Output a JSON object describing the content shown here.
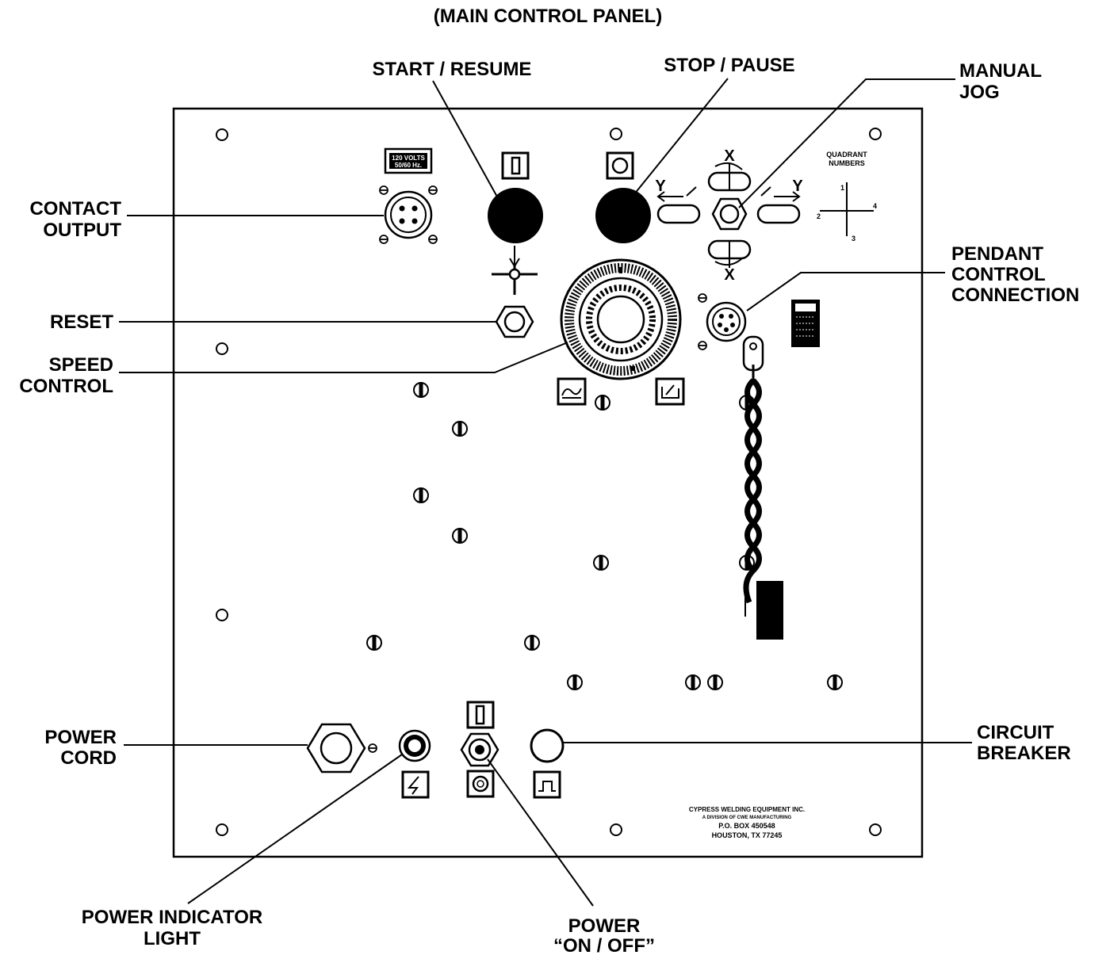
{
  "title": "(MAIN CONTROL PANEL)",
  "labels": {
    "start_resume": "START / RESUME",
    "stop_pause": "STOP / PAUSE",
    "manual_jog_1": "MANUAL",
    "manual_jog_2": "JOG",
    "contact_output_1": "CONTACT",
    "contact_output_2": "OUTPUT",
    "reset": "RESET",
    "speed_control_1": "SPEED",
    "speed_control_2": "CONTROL",
    "pendant_1": "PENDANT",
    "pendant_2": "CONTROL",
    "pendant_3": "CONNECTION",
    "power_cord_1": "POWER",
    "power_cord_2": "CORD",
    "circuit_breaker_1": "CIRCUIT",
    "circuit_breaker_2": "BREAKER",
    "power_indicator_1": "POWER INDICATOR",
    "power_indicator_2": "LIGHT",
    "power_switch_1": "POWER",
    "power_switch_2": "“ON / OFF”"
  },
  "panel_text": {
    "voltage_plate_1": "120 VOLTS",
    "voltage_plate_2": "50/60 Hz.",
    "quadrant_1": "QUADRANT",
    "quadrant_2": "NUMBERS",
    "q1": "1",
    "q2": "2",
    "q3": "3",
    "q4": "4",
    "jog_x_top": "X",
    "jog_x_bottom": "X",
    "jog_y_left": "Y",
    "jog_y_right": "Y",
    "company_1": "CYPRESS WELDING EQUIPMENT INC.",
    "company_2": "A DIVISION OF CWE MANUFACTURING",
    "company_3": "P.O. BOX 450548",
    "company_4": "HOUSTON, TX 77245"
  }
}
